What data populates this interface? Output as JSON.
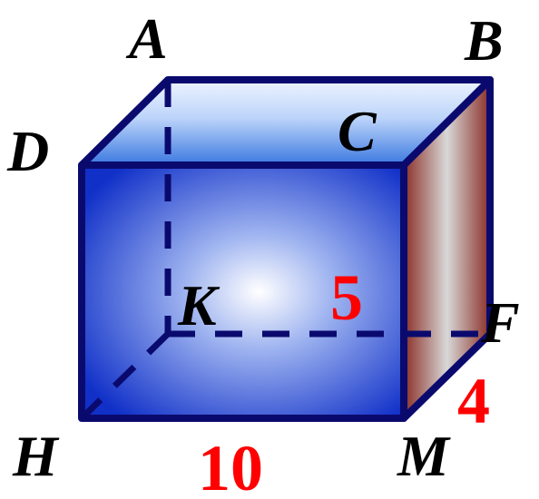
{
  "vertices": {
    "A": "A",
    "B": "B",
    "C": "C",
    "D": "D",
    "K": "K",
    "F": "F",
    "H": "H",
    "M": "M"
  },
  "dimensions": {
    "length": "10",
    "height": "5",
    "depth": "4"
  },
  "colors": {
    "edge": "#0a0a6e",
    "front_center": "#ffffff",
    "front_edge": "#1030c8",
    "top_light": "#eef4ff",
    "top_dark": "#3a78e0",
    "side_dark": "#8a2e26",
    "side_light": "#d8d8d8",
    "dimension_text": "#ff0000"
  }
}
